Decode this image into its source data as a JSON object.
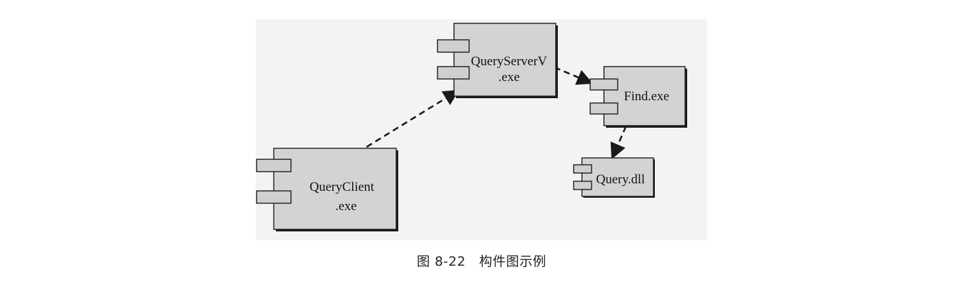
{
  "diagram": {
    "type": "uml-component-diagram",
    "colors": {
      "background": "#f3f3f3",
      "component_fill": "#d3d3d3",
      "tab_fill": "#cfcfcf",
      "stroke": "#1a1a1a"
    },
    "components": {
      "query_server": {
        "line1": "QueryServerV",
        "line2": ".exe"
      },
      "find": {
        "line1": "Find.exe"
      },
      "query_client": {
        "line1": "QueryClient",
        "line2": ".exe"
      },
      "query_dll": {
        "line1": "Query.dll"
      }
    },
    "dependencies": [
      {
        "from": "QueryClient.exe",
        "to": "QueryServerV.exe"
      },
      {
        "from": "QueryServerV.exe",
        "to": "Find.exe"
      },
      {
        "from": "Find.exe",
        "to": "Query.dll"
      }
    ]
  },
  "caption": {
    "text": "图 8-22　构件图示例"
  }
}
